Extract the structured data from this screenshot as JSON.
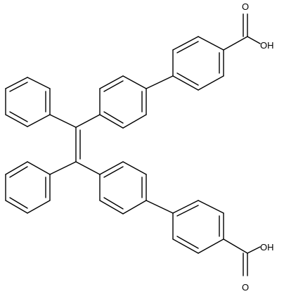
{
  "figure": {
    "type": "chemical-structure",
    "atom_labels": {
      "top_oxygen": "O",
      "top_hydroxyl": "OH",
      "bottom_hydroxyl": "OH",
      "bottom_oxygen": "O"
    },
    "colors": {
      "bond": "#000000",
      "text": "#000000",
      "background": "#ffffff"
    }
  }
}
